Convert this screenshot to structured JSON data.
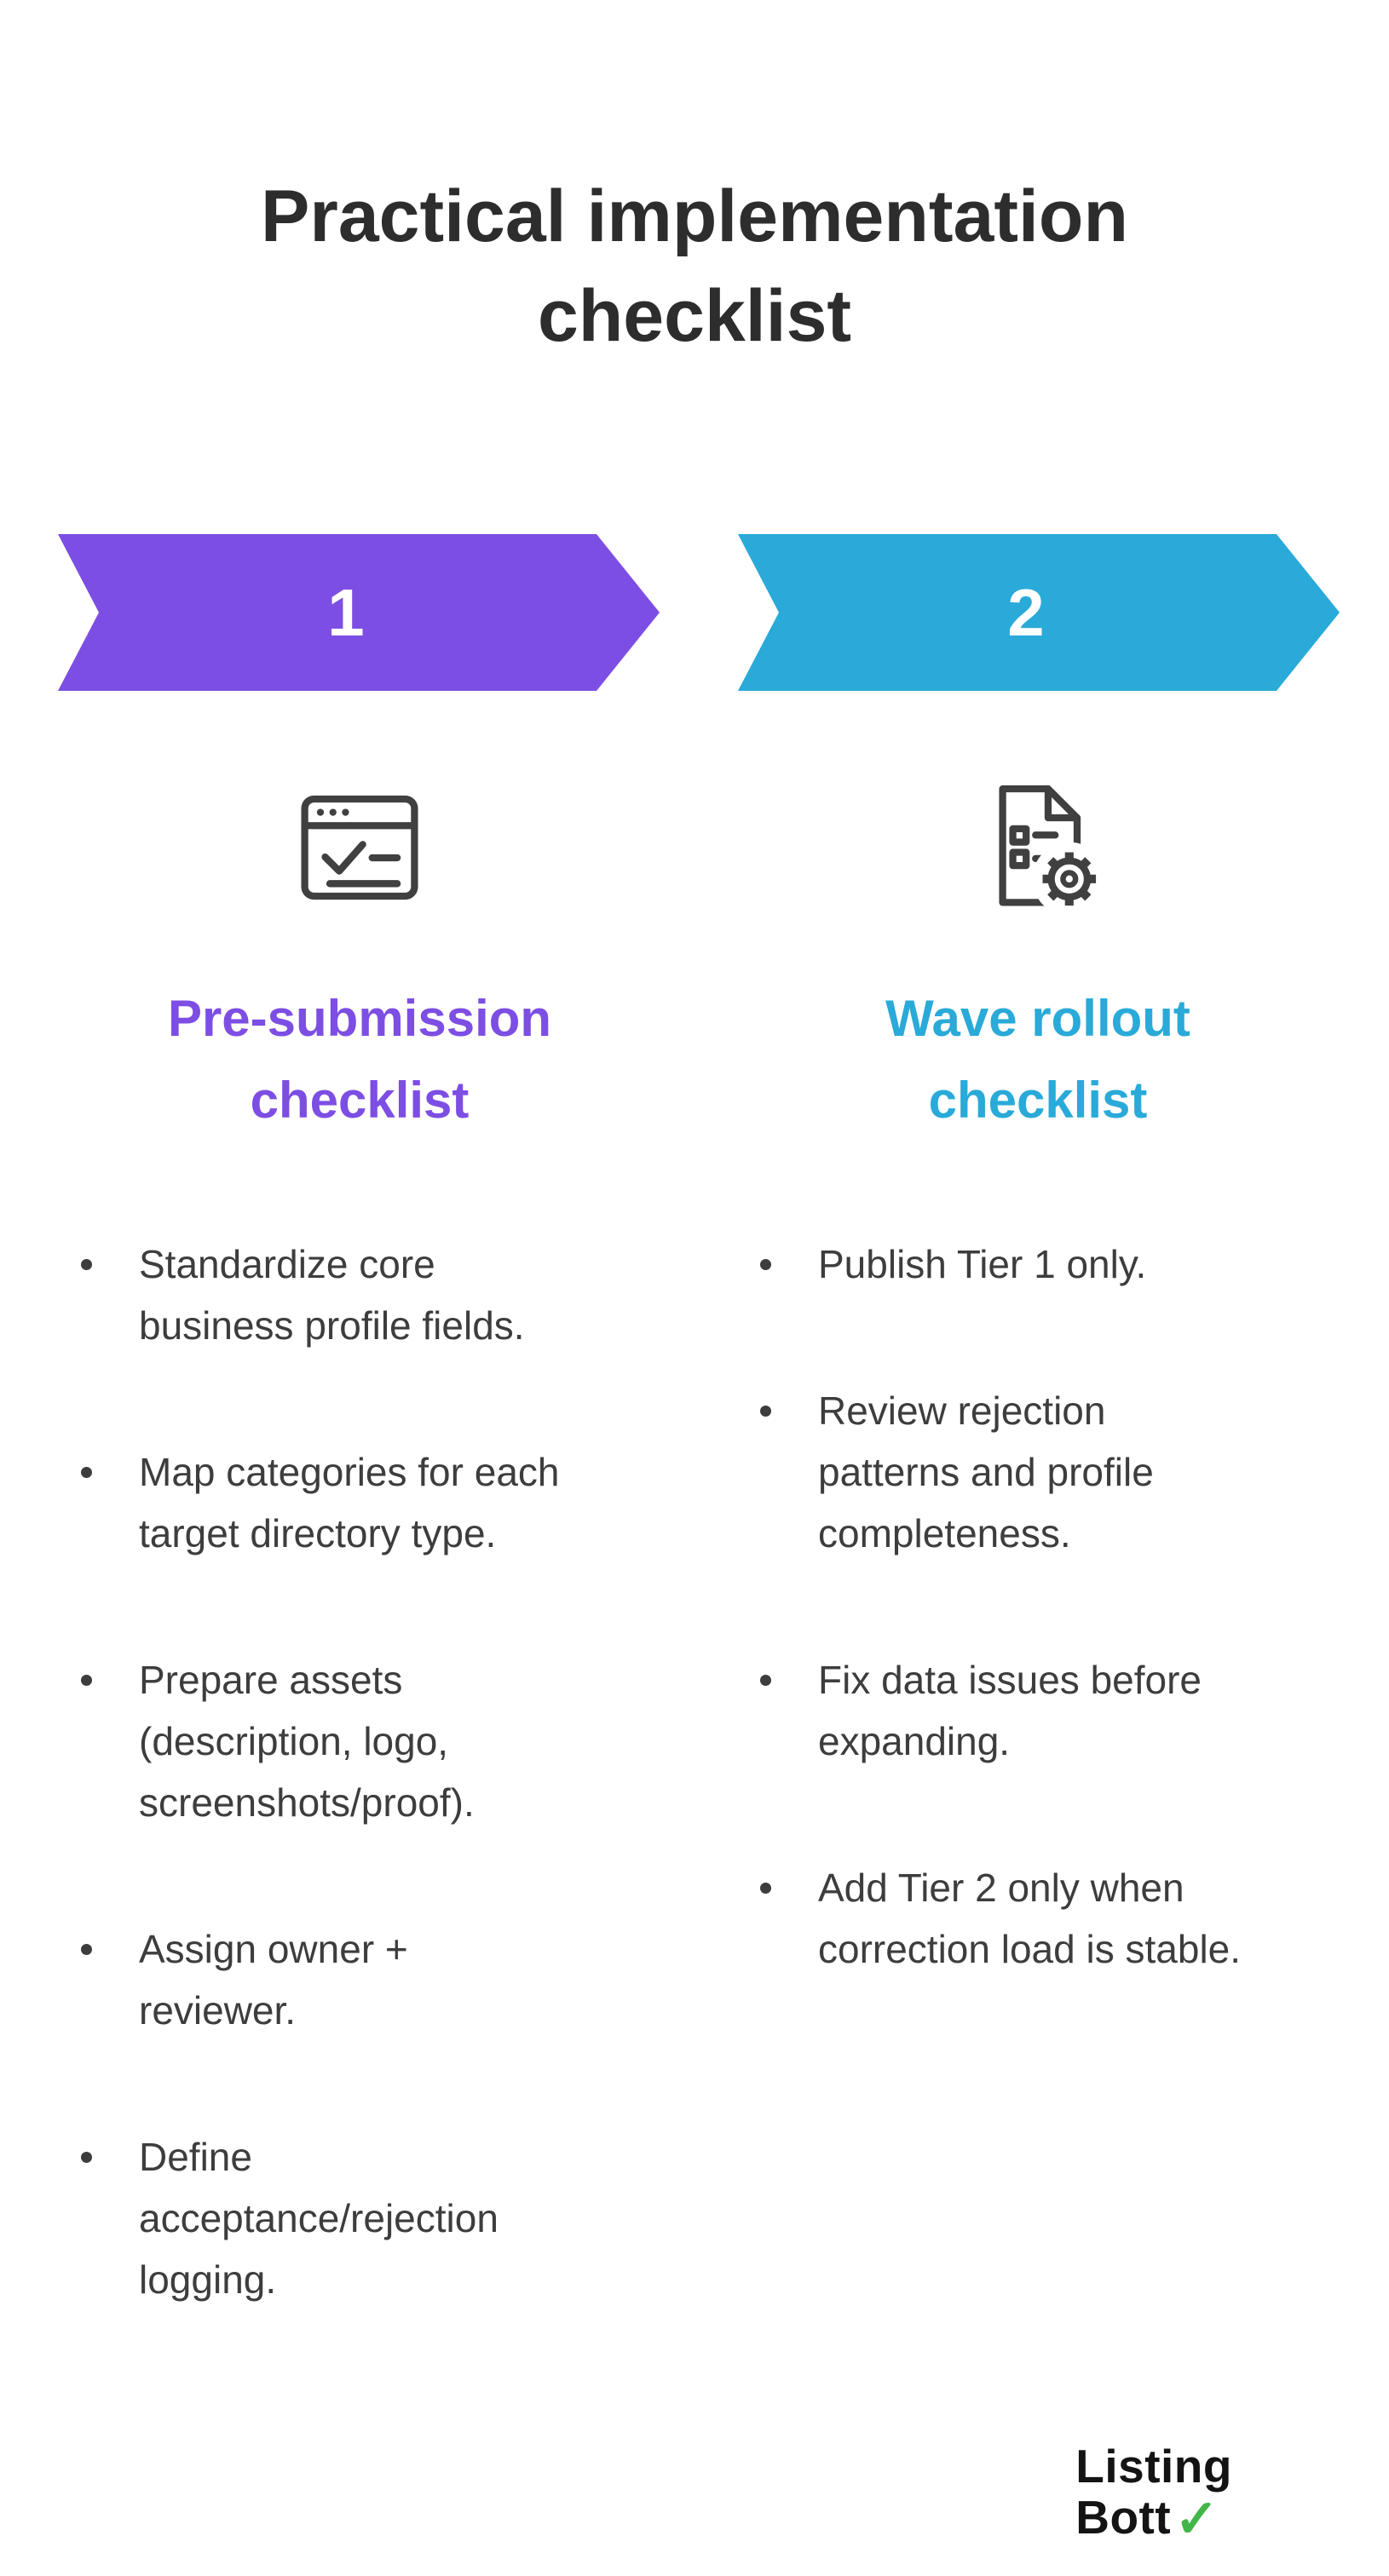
{
  "title": "Practical implementation checklist",
  "colors": {
    "purple": "#7d4ee3",
    "cyan": "#29aad8",
    "text": "#3d3d3d",
    "green_check": "#43b649",
    "background": "#ffffff"
  },
  "columns": [
    {
      "step": "1",
      "heading": "Pre-submission checklist",
      "icon": "browser-checklist-icon",
      "items": [
        "Standardize core business profile fields.",
        "Map categories for each target directory type.",
        "Prepare assets (description, logo, screenshots/proof).",
        "Assign owner + reviewer.",
        "Define acceptance/rejection logging."
      ]
    },
    {
      "step": "2",
      "heading": "Wave rollout checklist",
      "icon": "document-gear-icon",
      "items": [
        "Publish Tier 1 only.",
        "Review rejection patterns and profile completeness.",
        "Fix data issues before expanding.",
        "Add Tier 2 only when correction load is stable."
      ]
    }
  ],
  "logo": {
    "line1": "Listing",
    "line2": "Bott",
    "check_glyph": "✓"
  }
}
